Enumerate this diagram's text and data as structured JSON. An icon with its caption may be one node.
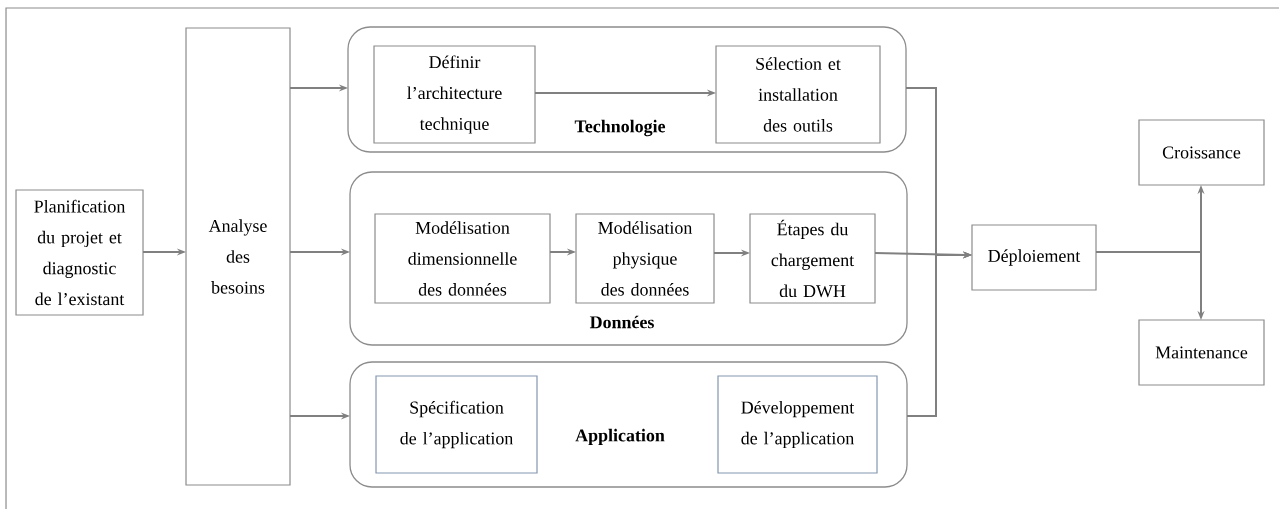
{
  "diagram": {
    "nodes": [
      {
        "text": [
          "Planification du projet et diagnostic de l’existant"
        ]
      },
      {
        "text": [
          "Analyse des besoins"
        ]
      },
      {
        "text": [
          "Technologie"
        ]
      },
      {
        "text": [
          "Définir l’architecture technique"
        ],
        "in": 2
      },
      {
        "text": [
          "Sélection et installation des outils"
        ],
        "in": 2
      },
      {
        "text": [
          "Données"
        ]
      },
      {
        "text": [
          "Modélisation dimensionnelle des données"
        ],
        "in": 5
      },
      {
        "text": [
          "Modélisation physique des données"
        ],
        "in": 5
      },
      {
        "text": [
          "Étapes du chargement du DWH"
        ],
        "in": 5
      },
      {
        "text": [
          "Application"
        ]
      },
      {
        "text": [
          "Spécification de l’application"
        ],
        "in": 9
      },
      {
        "text": [
          "Développement de l’application"
        ],
        "in": 9
      },
      {
        "text": [
          "Déploiement"
        ]
      },
      {
        "text": [
          "Croissance"
        ]
      },
      {
        "text": [
          "Maintenance"
        ]
      }
    ],
    "edges": [
      {
        "from": 0,
        "to": 1,
        "arrow": "to"
      },
      {
        "from": 1,
        "to": 2,
        "arrow": "to"
      },
      {
        "from": 1,
        "to": 5,
        "arrow": "to"
      },
      {
        "from": 1,
        "to": 9,
        "arrow": "to"
      },
      {
        "from": 3,
        "to": 4,
        "arrow": "to"
      },
      {
        "from": 6,
        "to": 7,
        "arrow": "to"
      },
      {
        "from": 7,
        "to": 8,
        "arrow": "to"
      },
      {
        "from": 8,
        "to": 12,
        "arrow": "to"
      },
      {
        "from": 2,
        "to": 12,
        "arrow": "to"
      },
      {
        "from": 9,
        "to": 12,
        "arrow": "to"
      },
      {
        "from": 12,
        "to": 13,
        "arrow": "to"
      },
      {
        "from": 12,
        "to": 14,
        "arrow": "to"
      }
    ]
  }
}
